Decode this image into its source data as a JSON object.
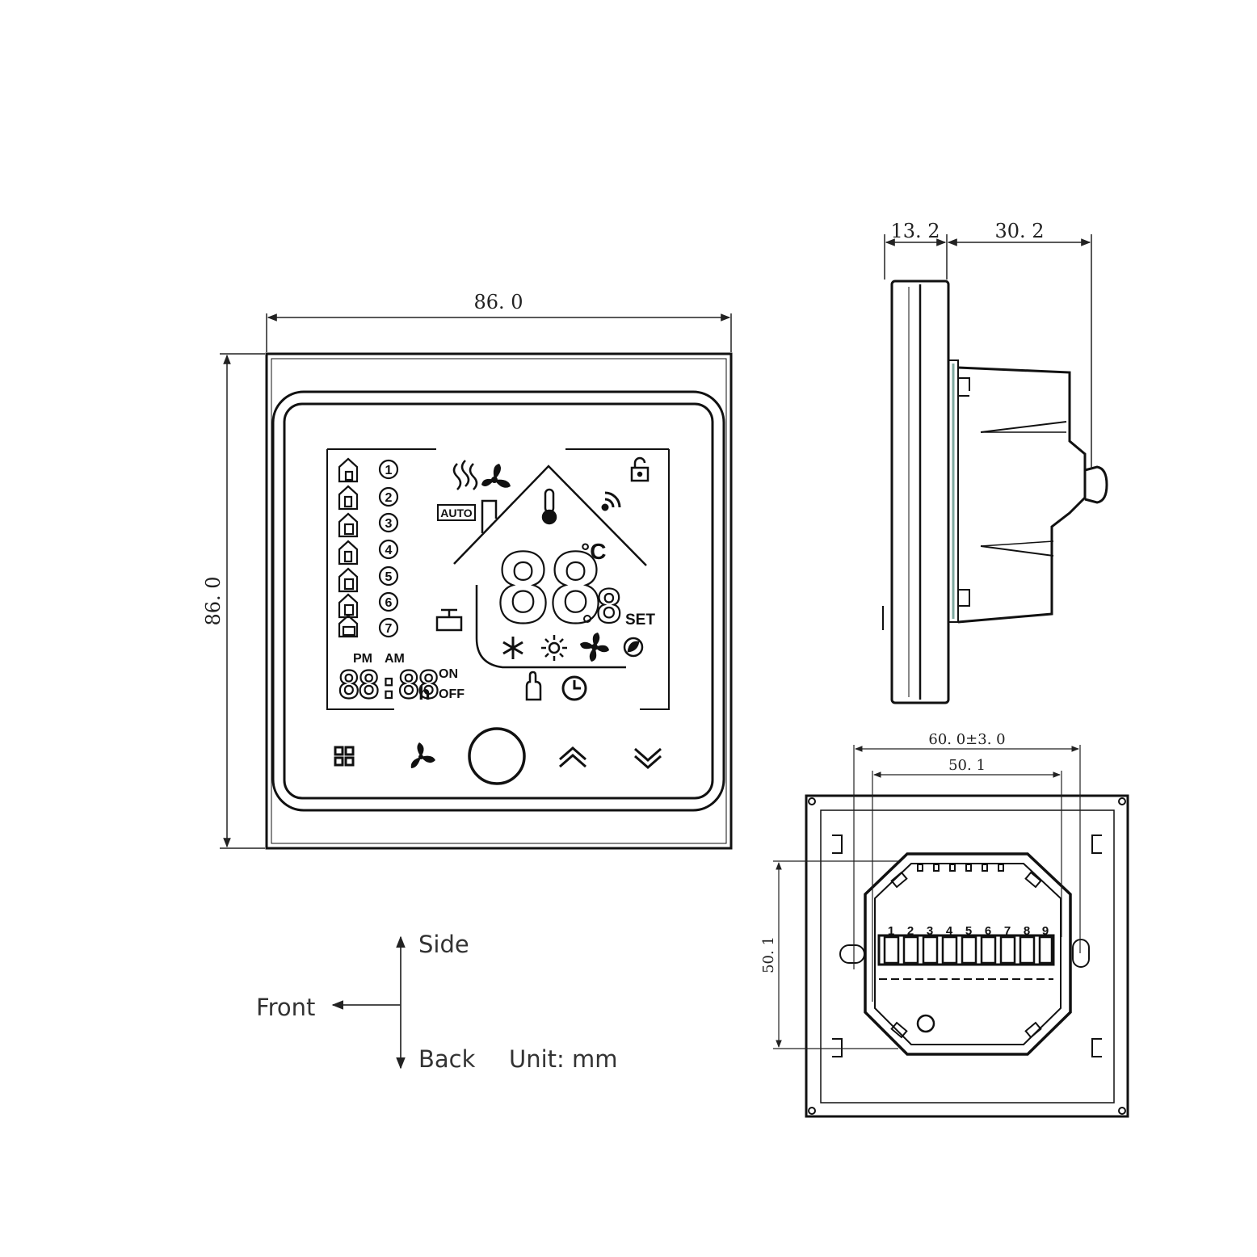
{
  "dimensions": {
    "front_width": "86. 0",
    "front_height": "86. 0",
    "side_front_depth": "13. 2",
    "side_back_depth": "30. 2",
    "back_outer_width": "60. 0±3. 0",
    "back_inner_width": "50. 1",
    "back_height": "50. 1"
  },
  "display": {
    "auto_label": "AUTO",
    "program_numbers": [
      "1",
      "2",
      "3",
      "4",
      "5",
      "6",
      "7"
    ],
    "temperature_digits": "88",
    "decimal_digit": "8",
    "celsius": "°C",
    "set_label": "SET",
    "pm_label": "PM",
    "am_label": "AM",
    "clock_digits": "88:88",
    "hour_suffix": "h",
    "on_label": "ON",
    "off_label": "OFF"
  },
  "terminals": [
    "1",
    "2",
    "3",
    "4",
    "5",
    "6",
    "7",
    "8",
    "9"
  ],
  "legend": {
    "side": "Side",
    "front": "Front",
    "back": "Back",
    "unit": "Unit: mm"
  },
  "icons": [
    "menu-icon",
    "fan-icon",
    "power-icon",
    "up-chevron-icon",
    "down-chevron-icon",
    "heat-waves-icon",
    "thermometer-icon",
    "wifi-icon",
    "lock-icon",
    "valve-icon",
    "snowflake-icon",
    "sun-icon",
    "fan-mode-icon",
    "eco-icon",
    "hand-icon",
    "clock-icon"
  ]
}
